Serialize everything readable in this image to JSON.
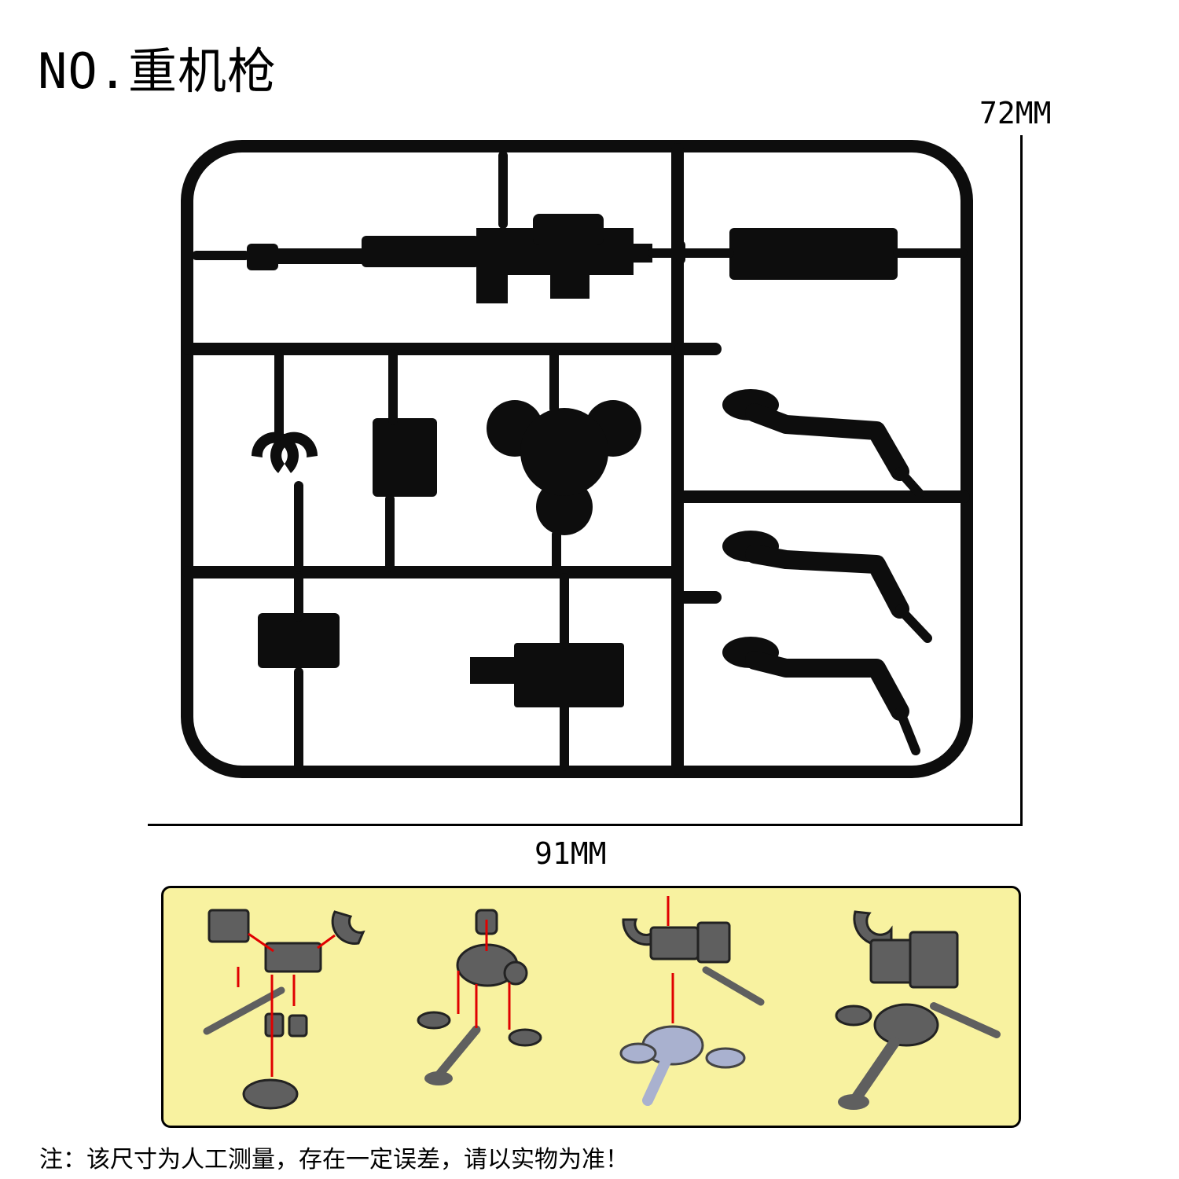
{
  "product": {
    "title": "NO.重机枪"
  },
  "dimensions": {
    "height_label": "72MM",
    "width_label": "91MM"
  },
  "note": "注：该尺寸为人工测量，存在一定误差，请以实物为准！",
  "colors": {
    "sprue": "#0d0d0d",
    "panel_bg": "#f8f2a0",
    "part_gray": "#5f5f5f",
    "part_blue": "#a9b1cf",
    "arrow_red": "#e00000"
  },
  "icons": [
    "heavy-machine-gun-sprue",
    "assembly-step-1",
    "assembly-step-2",
    "assembly-step-3",
    "assembly-step-4"
  ]
}
